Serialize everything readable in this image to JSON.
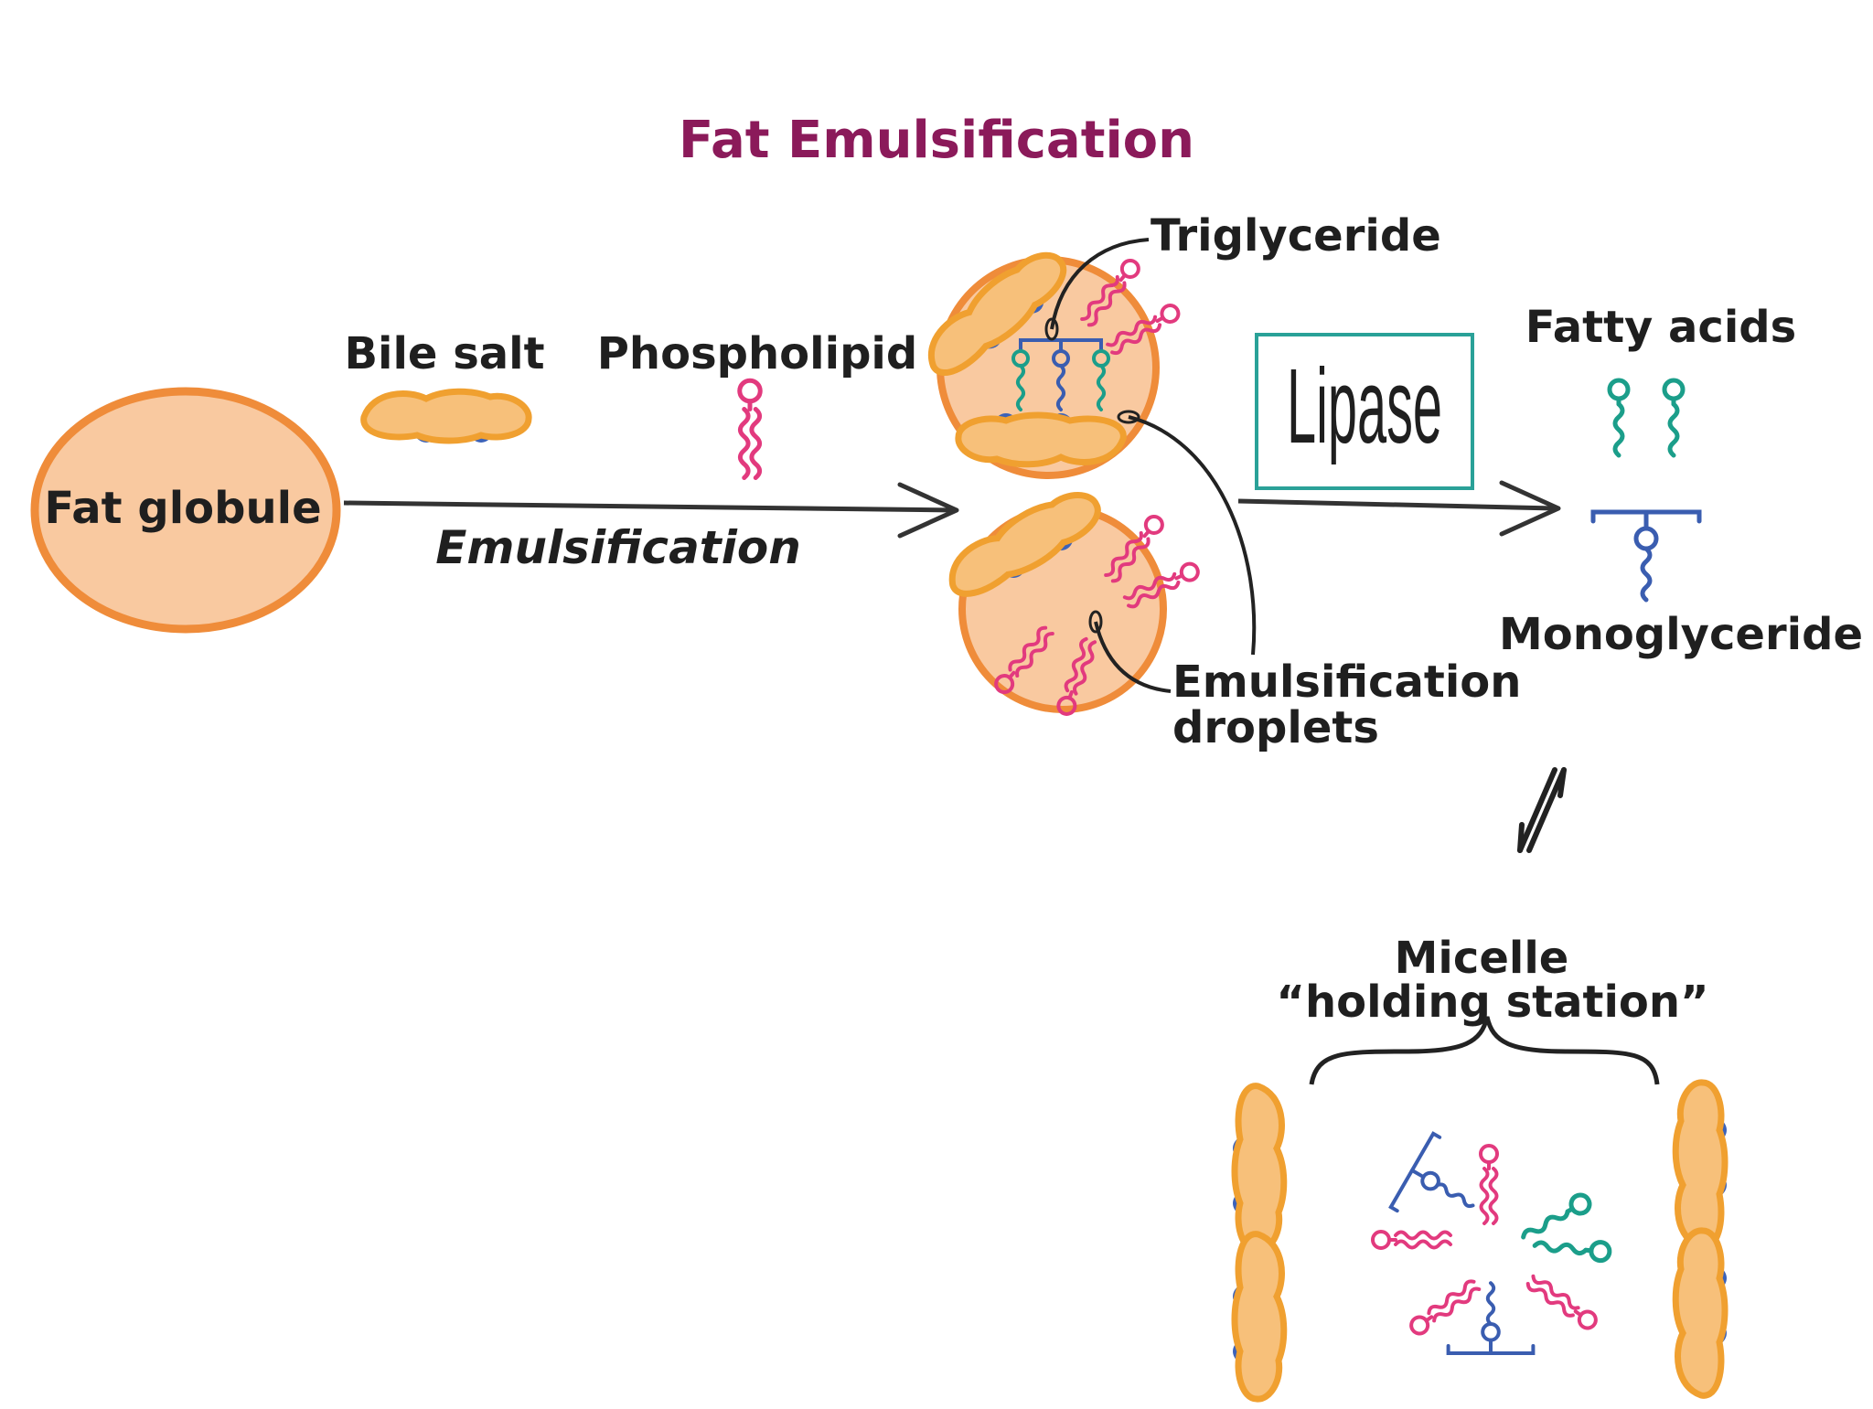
{
  "diagram": {
    "title": "Fat Emulsification",
    "labels": {
      "fat_globule": "Fat globule",
      "bile_salt": "Bile salt",
      "phospholipid": "Phospholipid",
      "emulsification": "Emulsification",
      "triglyceride": "Triglyceride",
      "emulsification_droplets_line1": "Emulsification",
      "emulsification_droplets_line2": "droplets",
      "lipase": "Lipase",
      "fatty_acids": "Fatty acids",
      "monoglyceride": "Monoglyceride",
      "micelle_line1": "Micelle",
      "micelle_line2": "“holding station”"
    },
    "colors": {
      "title": "#8b1a5a",
      "globule_fill": "#f9c9a0",
      "globule_stroke": "#ef8c3a",
      "bile_fill": "#f7c07a",
      "bile_stroke": "#f0a030",
      "bile_blue": "#3c62b8",
      "phospholipid": "#e23a7e",
      "fatty_acid": "#1b9e8a",
      "monoglyceride": "#3a5db0",
      "lipase_box": "#2aa198",
      "arrow": "#333333"
    }
  }
}
